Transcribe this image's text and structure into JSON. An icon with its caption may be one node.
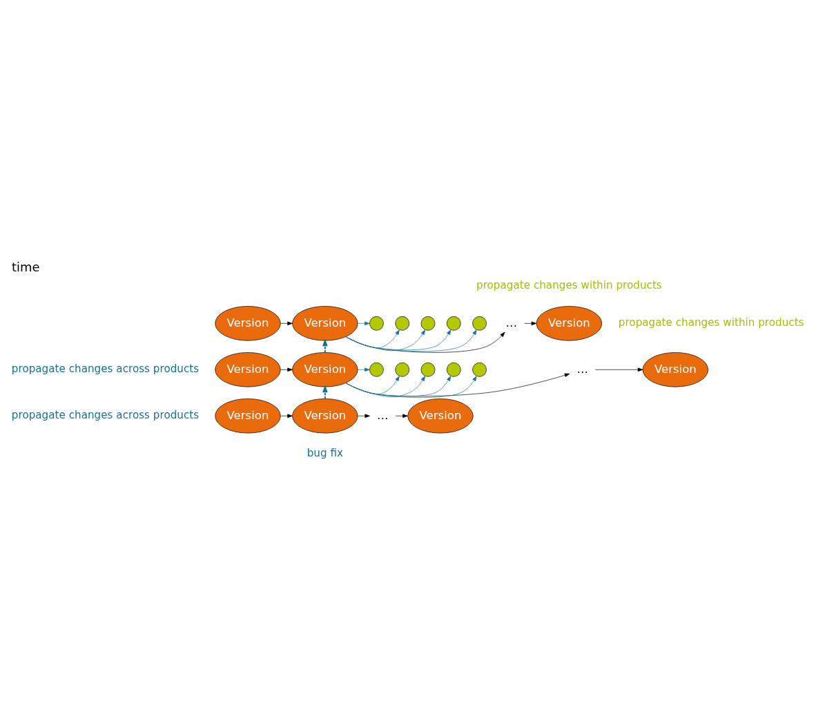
{
  "diagram": {
    "title": "time",
    "nodes": [
      {
        "text": [
          "Version"
        ]
      },
      {
        "text": [
          "Version"
        ]
      },
      {
        "text": [
          "…"
        ]
      },
      {
        "text": [
          "Version"
        ]
      },
      {
        "text": [],
        "shape": "circle"
      },
      {
        "text": [],
        "shape": "circle"
      },
      {
        "text": [],
        "shape": "circle"
      },
      {
        "text": [],
        "shape": "circle"
      },
      {
        "text": [],
        "shape": "circle"
      },
      {
        "text": [
          "Version"
        ]
      },
      {
        "text": [
          "Version"
        ]
      },
      {
        "text": [
          "…"
        ]
      },
      {
        "text": [
          "Version"
        ]
      },
      {
        "text": [],
        "shape": "circle"
      },
      {
        "text": [],
        "shape": "circle"
      },
      {
        "text": [],
        "shape": "circle"
      },
      {
        "text": [],
        "shape": "circle"
      },
      {
        "text": [],
        "shape": "circle"
      },
      {
        "text": [
          "Version"
        ]
      },
      {
        "text": [
          "Version"
        ],
        "beside": [
          "bug fix"
        ]
      },
      {
        "text": [
          "…"
        ]
      },
      {
        "text": [
          "Version"
        ]
      }
    ],
    "edges": [
      {
        "from": 0,
        "to": 1,
        "arrow": "to",
        "color": "#000000"
      },
      {
        "from": 1,
        "to": 2,
        "arrow": "to",
        "color": "#000000"
      },
      {
        "from": 2,
        "to": 3,
        "arrow": "to",
        "color": "#000000"
      },
      {
        "from": 1,
        "to": 4,
        "arrow": "to",
        "color": "#17729a"
      },
      {
        "from": 1,
        "to": 5,
        "arrow": "to",
        "color": "#17729a"
      },
      {
        "from": 1,
        "to": 6,
        "arrow": "to",
        "color": "#17729a"
      },
      {
        "from": 1,
        "to": 7,
        "arrow": "to",
        "color": "#17729a"
      },
      {
        "from": 1,
        "to": 8,
        "arrow": "to",
        "color": "#17729a"
      },
      {
        "from": 9,
        "to": 10,
        "arrow": "to",
        "color": "#000000"
      },
      {
        "from": 10,
        "to": 11,
        "arrow": "to",
        "color": "#000000"
      },
      {
        "from": 11,
        "to": 12,
        "arrow": "to",
        "color": "#000000"
      },
      {
        "from": 10,
        "to": 13,
        "arrow": "to",
        "color": "#17729a"
      },
      {
        "from": 10,
        "to": 14,
        "arrow": "to",
        "color": "#17729a"
      },
      {
        "from": 10,
        "to": 15,
        "arrow": "to",
        "color": "#17729a"
      },
      {
        "from": 10,
        "to": 16,
        "arrow": "to",
        "color": "#17729a"
      },
      {
        "from": 10,
        "to": 17,
        "arrow": "to",
        "color": "#17729a"
      },
      {
        "from": 18,
        "to": 19,
        "arrow": "to",
        "color": "#000000"
      },
      {
        "from": 19,
        "to": 20,
        "arrow": "to",
        "color": "#000000"
      },
      {
        "from": 20,
        "to": 21,
        "arrow": "to",
        "color": "#000000"
      },
      {
        "from": 19,
        "to": 10,
        "arrow": "to",
        "style": "dashed"
      },
      {
        "from": 10,
        "to": 1,
        "arrow": "to",
        "style": "dashed"
      }
    ],
    "labels": [
      "propagate changes within products",
      "propagate changes across products",
      "propagate changes within products",
      "propagate changes across products"
    ]
  }
}
